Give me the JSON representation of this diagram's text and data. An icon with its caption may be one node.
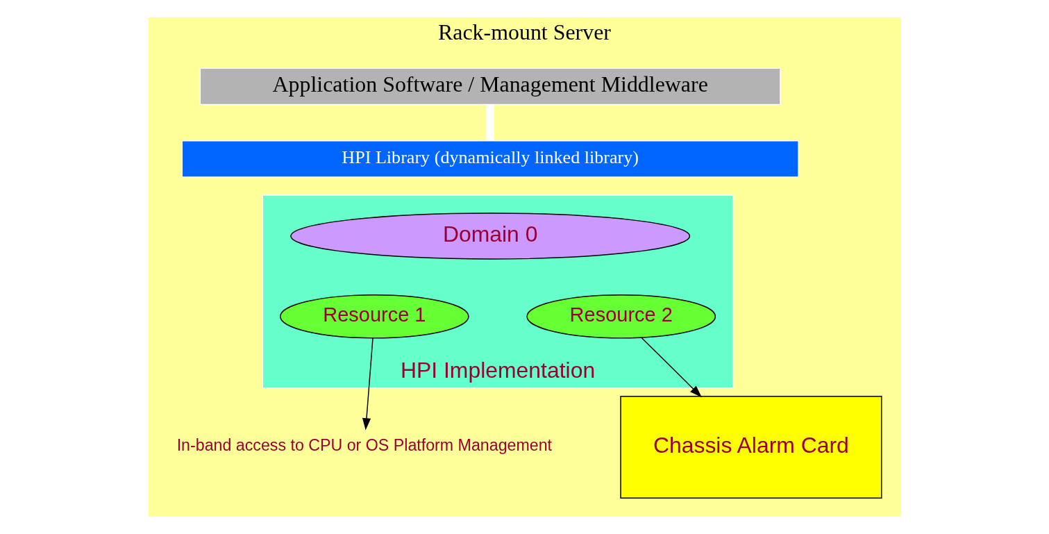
{
  "diagram": {
    "nodes": [
      {
        "text": [
          "Rack-mount Server"
        ]
      },
      {
        "text": [
          "Application Software / Management Middleware"
        ],
        "in": 0
      },
      {
        "text": [
          "HPI Library (dynamically linked library)"
        ],
        "in": 0
      },
      {
        "text": [
          "HPI Implementation"
        ],
        "in": 0
      },
      {
        "text": [
          "Domain 0"
        ],
        "in": 3
      },
      {
        "text": [
          "Resource 1"
        ],
        "in": 3
      },
      {
        "text": [
          "Resource 2"
        ],
        "in": 3
      },
      {
        "text": [
          "In-band access to CPU or OS Platform Management"
        ],
        "in": 0
      },
      {
        "text": [
          "Chassis Alarm Card"
        ],
        "in": 0
      }
    ],
    "edges": [
      {
        "from": 1,
        "to": 2,
        "arrow": "none",
        "style": "thick",
        "color": "#ffffff"
      },
      {
        "from": 5,
        "to": 7,
        "arrow": "to"
      },
      {
        "from": 6,
        "to": 8,
        "arrow": "to"
      }
    ]
  }
}
